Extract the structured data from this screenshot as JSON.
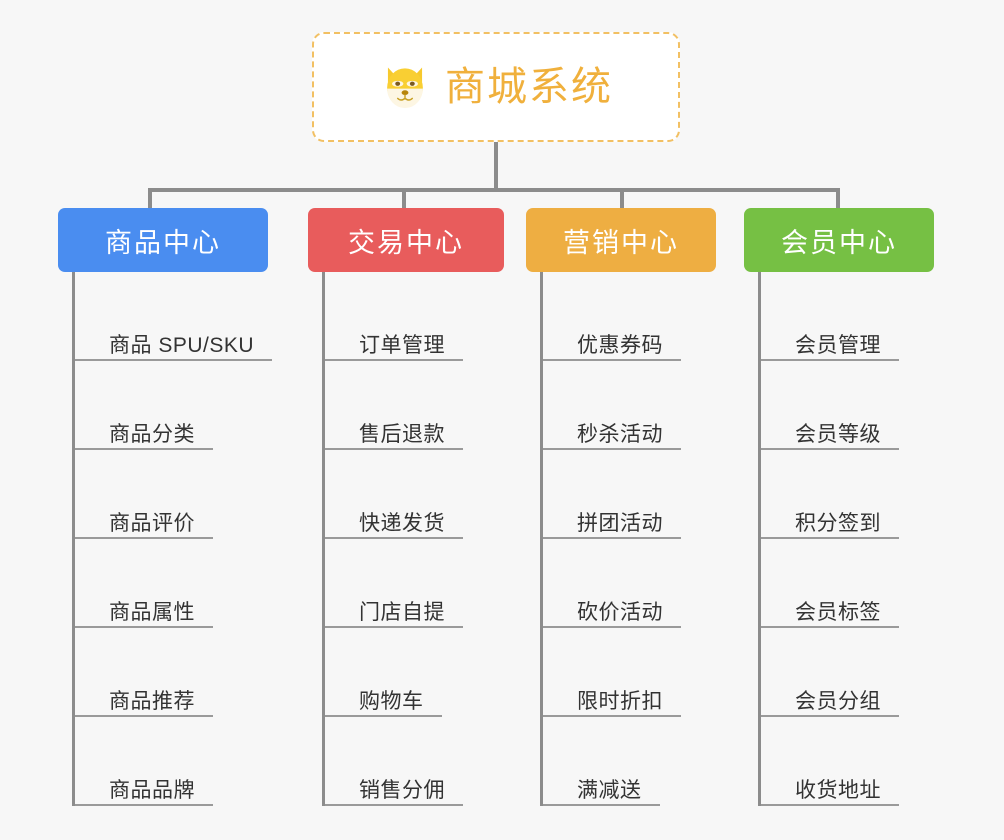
{
  "root": {
    "title": "商城系统",
    "icon": "shiba-dog-face-icon",
    "border_color": "#f2c063",
    "text_color": "#f0b03c",
    "background": "#ffffff"
  },
  "canvas": {
    "background": "#f7f7f7",
    "connector_color": "#8c8c8c",
    "leaf_rule_color": "#9a9a9a",
    "leaf_text_color": "#333333"
  },
  "branches": [
    {
      "label": "商品中心",
      "color": "#4a8df0",
      "leaves": [
        {
          "label": "商品 SPU/SKU"
        },
        {
          "label": "商品分类"
        },
        {
          "label": "商品评价"
        },
        {
          "label": "商品属性"
        },
        {
          "label": "商品推荐"
        },
        {
          "label": "商品品牌"
        }
      ]
    },
    {
      "label": "交易中心",
      "color": "#e85c5c",
      "leaves": [
        {
          "label": "订单管理"
        },
        {
          "label": "售后退款"
        },
        {
          "label": "快递发货"
        },
        {
          "label": "门店自提"
        },
        {
          "label": "购物车"
        },
        {
          "label": "销售分佣"
        }
      ]
    },
    {
      "label": "营销中心",
      "color": "#eeae42",
      "leaves": [
        {
          "label": "优惠券码"
        },
        {
          "label": "秒杀活动"
        },
        {
          "label": "拼团活动"
        },
        {
          "label": "砍价活动"
        },
        {
          "label": "限时折扣"
        },
        {
          "label": "满减送"
        }
      ]
    },
    {
      "label": "会员中心",
      "color": "#76c044",
      "leaves": [
        {
          "label": "会员管理"
        },
        {
          "label": "会员等级"
        },
        {
          "label": "积分签到"
        },
        {
          "label": "会员标签"
        },
        {
          "label": "会员分组"
        },
        {
          "label": "收货地址"
        }
      ]
    }
  ]
}
